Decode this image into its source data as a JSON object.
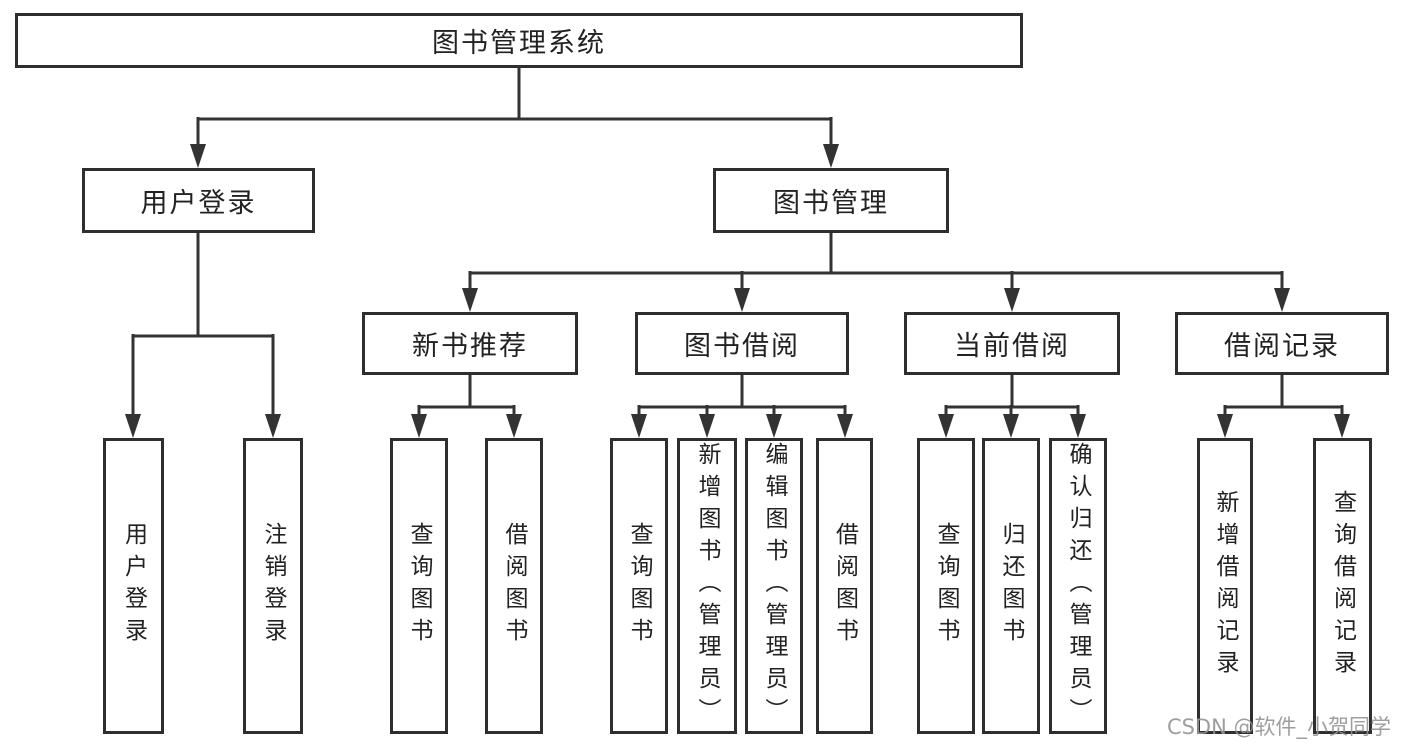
{
  "diagram": {
    "root": {
      "label": "图书管理系统"
    },
    "branches": [
      {
        "label": "用户登录",
        "children": [
          {
            "label": "用户登录"
          },
          {
            "label": "注销登录"
          }
        ]
      },
      {
        "label": "图书管理",
        "children": [
          {
            "label": "新书推荐",
            "children": [
              {
                "label": "查询图书"
              },
              {
                "label": "借阅图书"
              }
            ]
          },
          {
            "label": "图书借阅",
            "children": [
              {
                "label": "查询图书"
              },
              {
                "label": "新增图书（管理员）"
              },
              {
                "label": "编辑图书（管理员）"
              },
              {
                "label": "借阅图书"
              }
            ]
          },
          {
            "label": "当前借阅",
            "children": [
              {
                "label": "查询图书"
              },
              {
                "label": "归还图书"
              },
              {
                "label": "确认归还（管理员）"
              }
            ]
          },
          {
            "label": "借阅记录",
            "children": [
              {
                "label": "新增借阅记录"
              },
              {
                "label": "查询借阅记录"
              }
            ]
          }
        ]
      }
    ]
  },
  "watermark": {
    "text": "CSDN @软件_小贺同学"
  },
  "colors": {
    "line": "#333333",
    "border": "#2e2e2e",
    "text": "#222222",
    "background": "#ffffff",
    "watermark": "#949494"
  }
}
